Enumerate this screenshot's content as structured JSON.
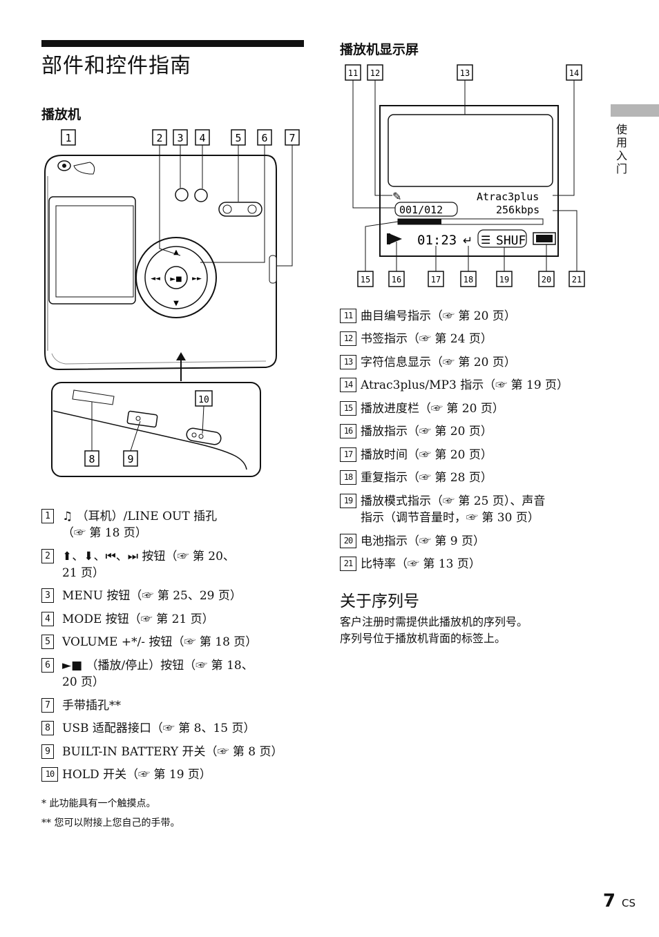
{
  "page": {
    "title": "部件和控件指南",
    "player_heading": "播放机",
    "display_heading": "播放机显示屏",
    "side_label": "使用入门",
    "page_number": "7",
    "page_suffix": "CS"
  },
  "player_figure": {
    "callouts": [
      "1",
      "2",
      "3",
      "4",
      "5",
      "6",
      "7",
      "8",
      "9",
      "10"
    ]
  },
  "display_figure": {
    "callouts_top": [
      "11",
      "12",
      "13",
      "14"
    ],
    "callouts_bottom": [
      "15",
      "16",
      "17",
      "18",
      "19",
      "20",
      "21"
    ],
    "codec": "Atrac3plus",
    "track": "001/012",
    "bitrate": "256kbps",
    "time": "01:23",
    "mode": "SHUF",
    "progress": 0.3
  },
  "player_items": [
    {
      "num": "1",
      "line1": "♫ （耳机）/LINE OUT 插孔",
      "line2": "（☞ 第 18 页）"
    },
    {
      "num": "2",
      "line1": "⬆、⬇、⏮、⏭ 按钮（☞ 第 20、",
      "line2": "21 页）"
    },
    {
      "num": "3",
      "line1": "MENU 按钮（☞ 第 25、29 页）",
      "line2": ""
    },
    {
      "num": "4",
      "line1": "MODE 按钮（☞ 第 21 页）",
      "line2": ""
    },
    {
      "num": "5",
      "line1": "VOLUME +*/- 按钮（☞ 第 18 页）",
      "line2": ""
    },
    {
      "num": "6",
      "line1": "►■ （播放/停止）按钮（☞ 第 18、",
      "line2": "20 页）"
    },
    {
      "num": "7",
      "line1": "手带插孔**",
      "line2": ""
    },
    {
      "num": "8",
      "line1": "USB 适配器接口（☞ 第 8、15 页）",
      "line2": ""
    },
    {
      "num": "9",
      "line1": "BUILT-IN BATTERY 开关（☞ 第 8 页）",
      "line2": ""
    },
    {
      "num": "10",
      "line1": "HOLD 开关（☞ 第 19 页）",
      "line2": ""
    }
  ],
  "footnotes": [
    "* 此功能具有一个触摸点。",
    "** 您可以附接上您自己的手带。"
  ],
  "display_items": [
    {
      "num": "11",
      "line1": "曲目编号指示（☞ 第 20 页）",
      "line2": ""
    },
    {
      "num": "12",
      "line1": "书签指示（☞ 第 24 页）",
      "line2": ""
    },
    {
      "num": "13",
      "line1": "字符信息显示（☞ 第 20 页）",
      "line2": ""
    },
    {
      "num": "14",
      "line1": "Atrac3plus/MP3 指示（☞ 第 19 页）",
      "line2": ""
    },
    {
      "num": "15",
      "line1": "播放进度栏（☞ 第 20 页）",
      "line2": ""
    },
    {
      "num": "16",
      "line1": "播放指示（☞ 第 20 页）",
      "line2": ""
    },
    {
      "num": "17",
      "line1": "播放时间（☞ 第 20 页）",
      "line2": ""
    },
    {
      "num": "18",
      "line1": "重复指示（☞ 第 28 页）",
      "line2": ""
    },
    {
      "num": "19",
      "line1": "播放模式指示（☞ 第 25 页）、声音",
      "line2": "指示（调节音量时，☞ 第 30 页）"
    },
    {
      "num": "20",
      "line1": "电池指示（☞ 第 9 页）",
      "line2": ""
    },
    {
      "num": "21",
      "line1": "比特率（☞ 第 13 页）",
      "line2": ""
    }
  ],
  "serial": {
    "heading": "关于序列号",
    "line1": "客户注册时需提供此播放机的序列号。",
    "line2": "序列号位于播放机背面的标签上。"
  }
}
